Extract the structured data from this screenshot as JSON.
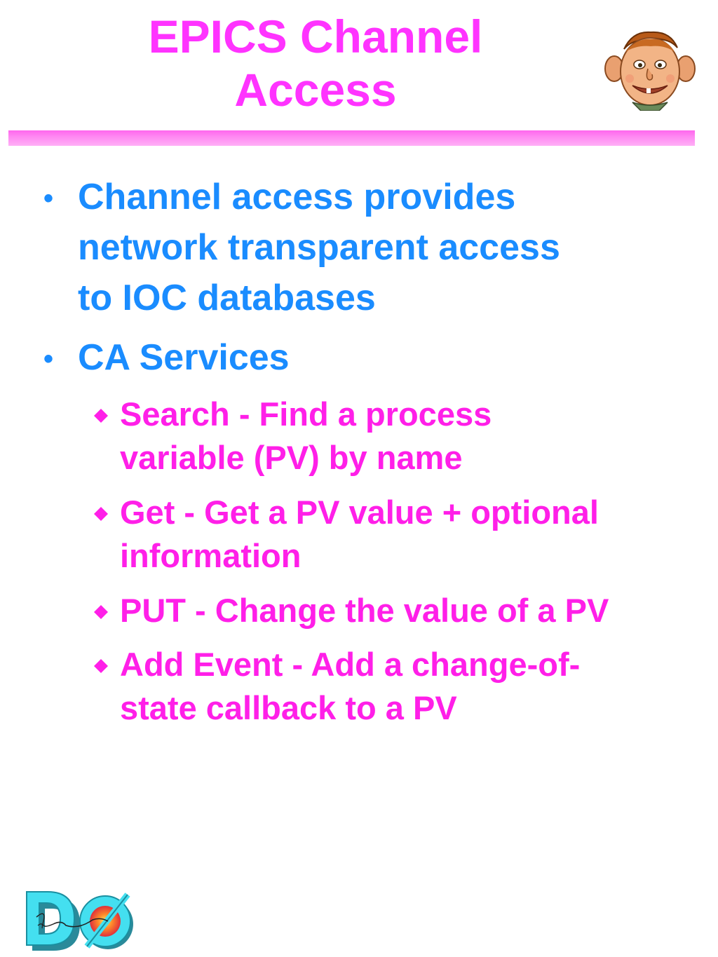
{
  "slide": {
    "title_lines": [
      "EPICS Channel",
      "Access"
    ],
    "bullets": [
      {
        "lines": [
          "Channel access provides",
          "network transparent access",
          "to IOC databases"
        ]
      },
      {
        "lines": [
          "CA Services"
        ]
      }
    ],
    "sub_bullets": [
      {
        "lines": [
          "Search - Find a process",
          "variable (PV) by name"
        ]
      },
      {
        "lines": [
          "Get - Get a PV value + optional",
          "information"
        ]
      },
      {
        "lines": [
          "PUT - Change the value of a PV"
        ]
      },
      {
        "lines": [
          "Add Event - Add a change-of-",
          "state callback to a PV"
        ]
      }
    ],
    "logo_text": "DØ"
  },
  "colors": {
    "title": "#ff33ff",
    "bullet_level1": "#1a8cff",
    "bullet_level2": "#ff1fe8",
    "rule": "#ff66ee",
    "logo_cyan": "#33ddee"
  },
  "icons": {
    "mascot": "cartoon-face-icon",
    "level1_marker": "bullet-dot-icon",
    "level2_marker": "diamond-icon",
    "logo": "dzero-logo"
  }
}
